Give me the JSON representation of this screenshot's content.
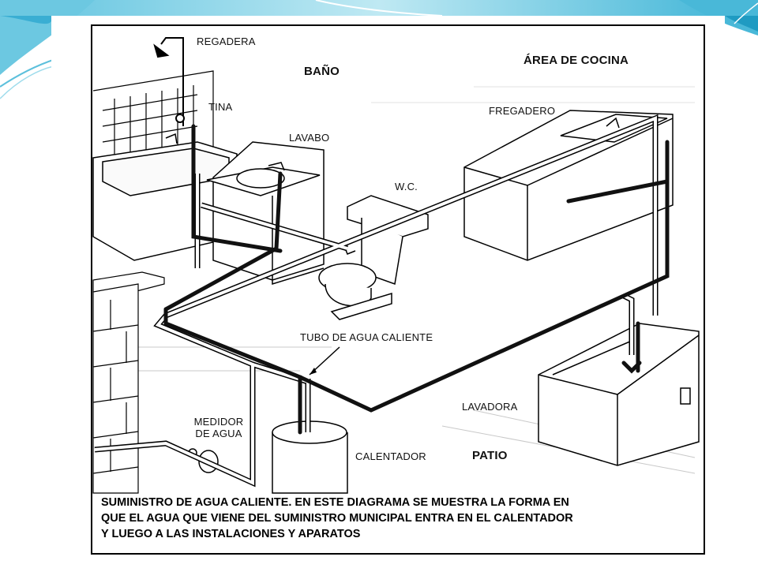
{
  "labels": {
    "regadera": "REGADERA",
    "bano": "BAÑO",
    "area_cocina": "ÁREA DE COCINA",
    "tina": "TINA",
    "fregadero": "FREGADERO",
    "lavabo": "LAVABO",
    "wc": "W.C.",
    "tubo": "TUBO DE AGUA CALIENTE",
    "lavadora": "LAVADORA",
    "medidor": "MEDIDOR\nDE AGUA",
    "calentador": "CALENTADOR",
    "patio": "PATIO"
  },
  "caption": {
    "line1": "SUMINISTRO DE AGUA CALIENTE. EN ESTE DIAGRAMA SE MUESTRA LA FORMA EN",
    "line2": "QUE EL AGUA QUE VIENE DEL SUMINISTRO MUNICIPAL ENTRA EN EL CALENTADOR",
    "line3": "Y LUEGO A LAS INSTALACIONES Y APARATOS"
  },
  "colors": {
    "accent_light": "#cfeef6",
    "accent_mid": "#7fd0e6",
    "accent_dark": "#2aa6c9",
    "hot_pipe": "#111111",
    "cold_pipe": "#ffffff"
  }
}
